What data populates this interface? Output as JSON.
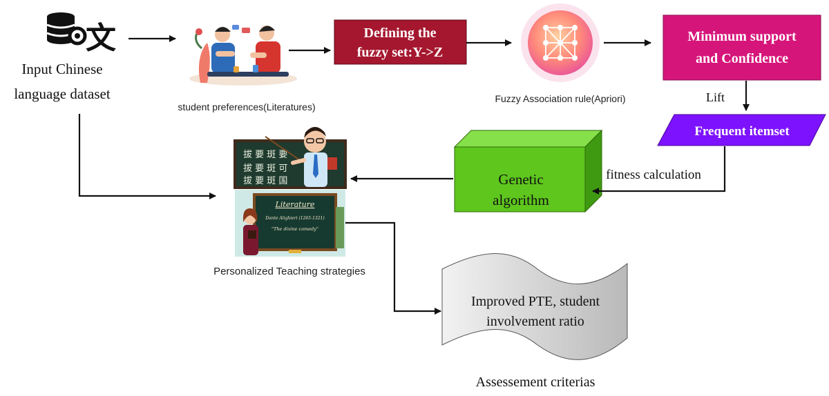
{
  "input": {
    "line1": "Input Chinese",
    "line2": "language  dataset",
    "icon": "database-translate-icon"
  },
  "preferences": {
    "caption": "student preferences(Literatures)",
    "icon": "students-discussion-illustration"
  },
  "fuzzy_set": {
    "line1": "Defining the",
    "line2": "fuzzy set:Y->Z",
    "color": "#a5172e"
  },
  "apriori": {
    "caption": "Fuzzy Association rule(Apriori)",
    "icon": "neural-network-icon"
  },
  "min_support": {
    "line1": "Minimum support",
    "line2": "and Confidence",
    "color": "#d6157a"
  },
  "lift": {
    "label": "Lift"
  },
  "frequent": {
    "label": "Frequent itemset",
    "color": "#7d12ff"
  },
  "fitness": {
    "label": "fitness calculation"
  },
  "genetic": {
    "line1": "Genetic",
    "line2": "algorithm",
    "color": "#5ec61d"
  },
  "teaching": {
    "caption": "Personalized Teaching strategies",
    "board_title": "Literature",
    "board_line1": "Dante Alighieri  (1265-1321)",
    "board_line2": "\"The divine comedy\"",
    "chalk_glyphs": [
      "拔 要 斑 要",
      "拔 要 斑 可",
      "拔 要 斑 国"
    ]
  },
  "assessment": {
    "line1": "Improved PTE, student",
    "line2": "involvement ratio",
    "caption": "Assessement criterias"
  }
}
